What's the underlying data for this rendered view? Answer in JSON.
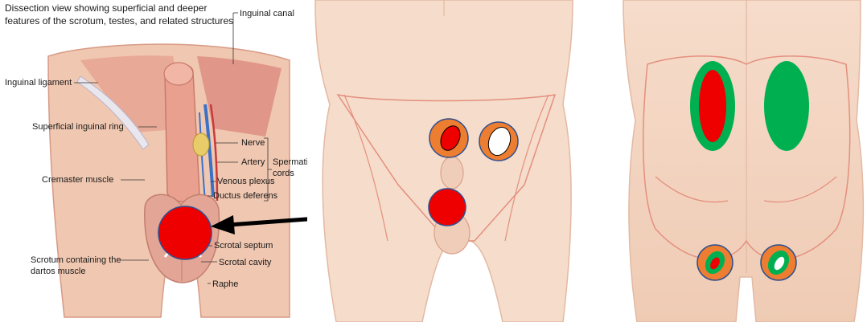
{
  "panel_anatomy": {
    "caption_line1": "Dissection view showing superficial and deeper",
    "caption_line2": "features of the scrotum, testes, and related structures",
    "labels": {
      "inguinal_canal": "Inguinal canal",
      "inguinal_ligament": "Inguinal ligament",
      "superficial_inguinal_ring": "Superficial inguinal ring",
      "nerve": "Nerve",
      "artery": "Artery",
      "spermatic_line1": "Spermati",
      "spermatic_line2": "cords",
      "venous_plexus": "Venous plexus",
      "ductus_deferens": "Ductus deferens",
      "cremaster_muscle": "Cremaster muscle",
      "scrotal_septum": "Scrotal septum",
      "scrotal_cavity": "Scrotal cavity",
      "scrotum_line1": "Scrotum containing the",
      "scrotum_line2": "dartos muscle",
      "raphe": "Raphe"
    }
  },
  "colors": {
    "red": "#ee0000",
    "green": "#00b050",
    "orange": "#ed7d31",
    "outline_blue": "#2f4f8f",
    "skin": "#f2d3be",
    "skin_line": "#e8a08c",
    "arrow": "#000000"
  }
}
